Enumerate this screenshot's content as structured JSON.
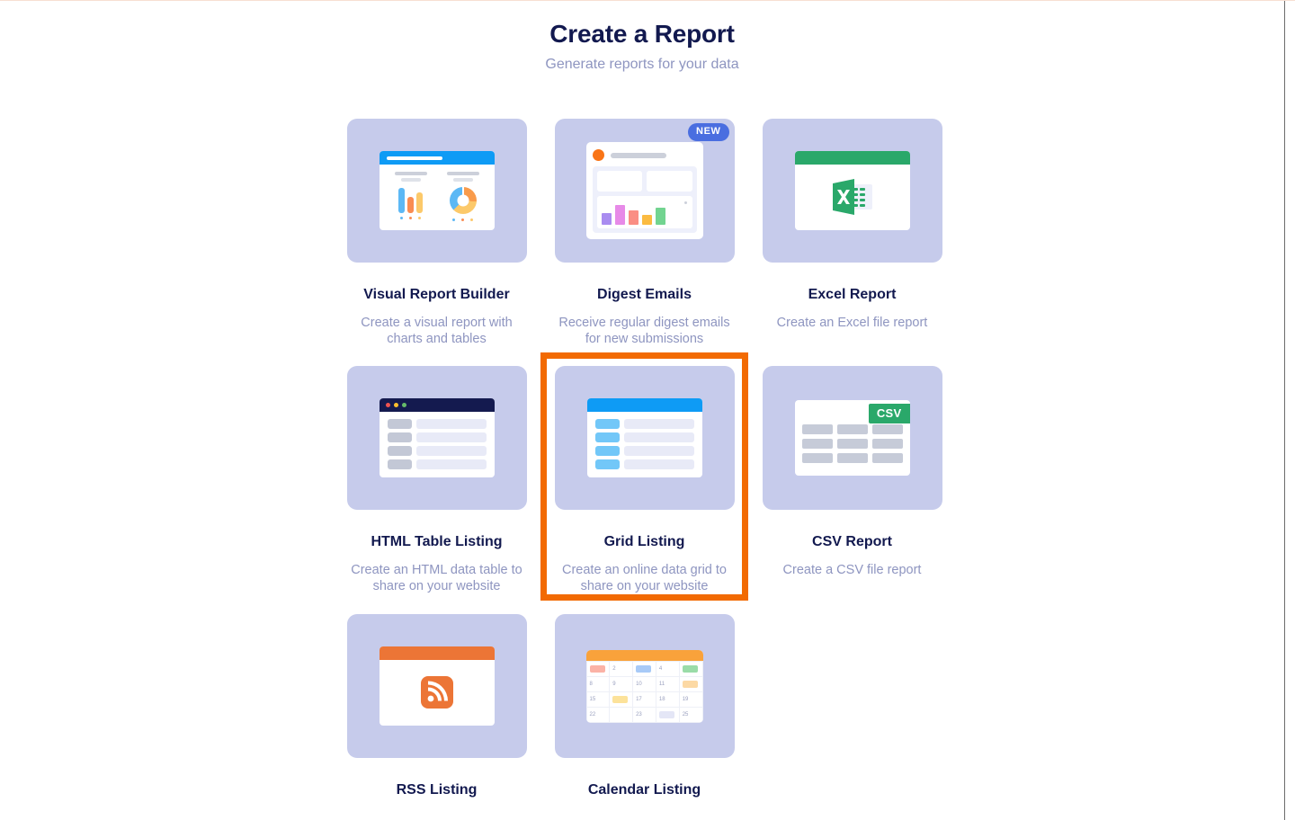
{
  "header": {
    "title": "Create a Report",
    "subtitle": "Generate reports for your data"
  },
  "colors": {
    "title_navy": "#12194f",
    "muted_text": "#8e95c0",
    "icon_tile_lavender": "#c6cbeb",
    "selection_orange": "#f26a02",
    "badge_blue": "#4a6ee0",
    "excel_green": "#2aa86a",
    "csv_green": "#2aa86a",
    "rss_orange": "#ec7536",
    "calendar_orange": "#f9a23b",
    "grid_blue": "#0e9bf5"
  },
  "cards": [
    {
      "id": "visual-report-builder",
      "title": "Visual Report Builder",
      "desc": "Create a visual report with charts and tables",
      "badge": null,
      "selected": false
    },
    {
      "id": "digest-emails",
      "title": "Digest Emails",
      "desc": "Receive regular digest emails for new submissions",
      "badge": "NEW",
      "selected": false
    },
    {
      "id": "excel-report",
      "title": "Excel Report",
      "desc": "Create an Excel file report",
      "badge": null,
      "selected": false
    },
    {
      "id": "html-table-listing",
      "title": "HTML Table Listing",
      "desc": "Create an HTML data table to share on your website",
      "badge": null,
      "selected": false
    },
    {
      "id": "grid-listing",
      "title": "Grid Listing",
      "desc": "Create an online data grid to share on your website",
      "badge": null,
      "selected": true
    },
    {
      "id": "csv-report",
      "title": "CSV Report",
      "desc": "Create a CSV file report",
      "badge": null,
      "selected": false
    },
    {
      "id": "rss-listing",
      "title": "RSS Listing",
      "desc": "",
      "badge": null,
      "selected": false
    },
    {
      "id": "calendar-listing",
      "title": "Calendar Listing",
      "desc": "",
      "badge": null,
      "selected": false
    }
  ],
  "illustrations": {
    "csv_badge_label": "CSV",
    "excel_letter": "X",
    "calendar_days": [
      [
        "",
        "2",
        "",
        "4",
        ""
      ],
      [
        "8",
        "9",
        "10",
        "11",
        ""
      ],
      [
        "15",
        "",
        "17",
        "18",
        "19"
      ],
      [
        "22",
        "",
        "23",
        "",
        "25"
      ]
    ]
  }
}
